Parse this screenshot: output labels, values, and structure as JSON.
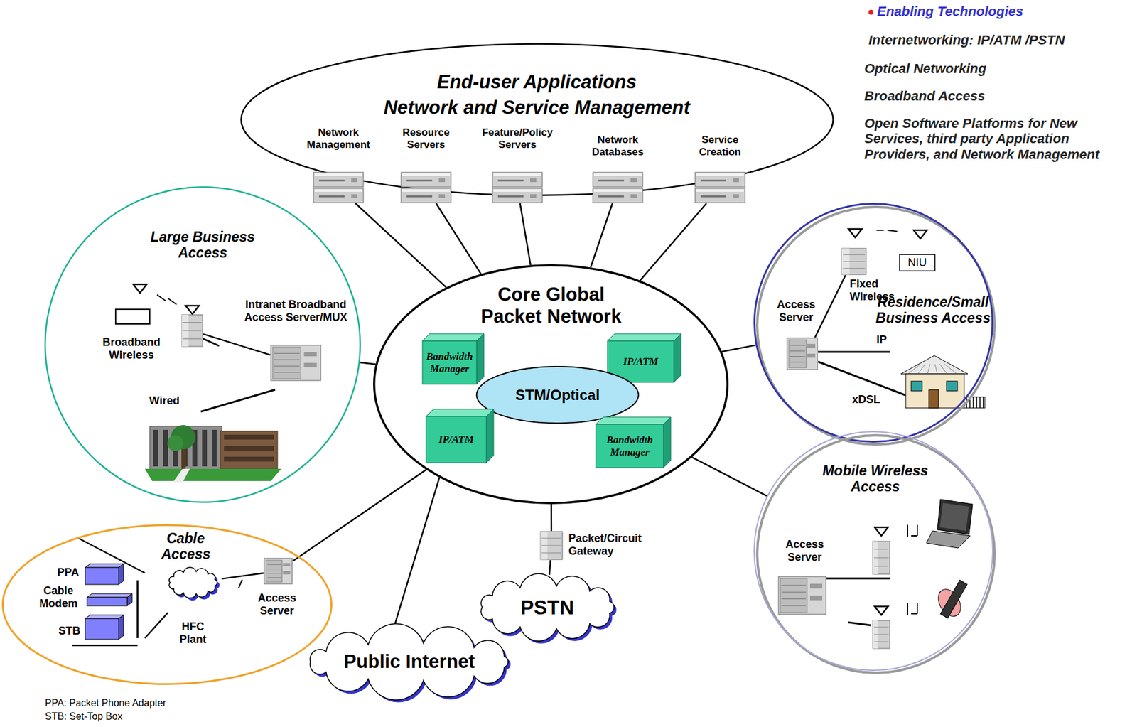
{
  "diagram": {
    "nodes": [
      {
        "text": [
          "End-user Applications",
          "Network and Service Management"
        ]
      },
      {
        "text": [
          "Network Management"
        ],
        "in": 0
      },
      {
        "text": [
          "Resource Servers"
        ],
        "in": 0
      },
      {
        "text": [
          "Feature/Policy Servers"
        ],
        "in": 0
      },
      {
        "text": [
          "Network Databases"
        ],
        "in": 0
      },
      {
        "text": [
          "Service Creation"
        ],
        "in": 0
      },
      {
        "text": [
          "Core Global Packet Network"
        ]
      },
      {
        "text": [
          "Bandwidth Manager"
        ],
        "in": 6
      },
      {
        "text": [
          "IP/ATM"
        ],
        "in": 6
      },
      {
        "text": [
          "STM/Optical"
        ],
        "in": 6
      },
      {
        "text": [
          "IP/ATM"
        ],
        "in": 6
      },
      {
        "text": [
          "Bandwidth Manager"
        ],
        "in": 6
      },
      {
        "text": [
          "Large Business Access"
        ]
      },
      {
        "text": [
          "Broadband Wireless"
        ],
        "in": 12
      },
      {
        "text": [
          "Intranet Broadband Access Server/MUX"
        ],
        "in": 12
      },
      {
        "text": [
          "Cable Access"
        ]
      },
      {
        "text": [
          "HFC Plant"
        ],
        "in": 15
      },
      {
        "text": [
          "Access Server"
        ],
        "in": 15
      },
      {
        "text": [
          "Public Internet"
        ]
      },
      {
        "text": [
          "Packet/Circuit Gateway"
        ]
      },
      {
        "text": [
          "PSTN"
        ]
      },
      {
        "text": [
          "Residence/Small Business Access"
        ]
      },
      {
        "text": [
          "Fixed Wireless"
        ],
        "in": 21
      },
      {
        "text": [
          "NIU"
        ],
        "in": 21
      },
      {
        "text": [
          "Access Server"
        ],
        "in": 21
      },
      {
        "text": [
          "Mobile Wireless Access"
        ]
      },
      {
        "text": [
          "Access Server"
        ],
        "in": 25
      }
    ],
    "edges": [
      {
        "from": 1,
        "to": 6,
        "arrow": "none"
      },
      {
        "from": 2,
        "to": 6,
        "arrow": "none"
      },
      {
        "from": 3,
        "to": 6,
        "arrow": "none"
      },
      {
        "from": 4,
        "to": 6,
        "arrow": "none"
      },
      {
        "from": 5,
        "to": 6,
        "arrow": "none"
      },
      {
        "from": 6,
        "to": 12,
        "arrow": "none"
      },
      {
        "from": 13,
        "to": 14,
        "arrow": "none"
      },
      {
        "from": 6,
        "to": 17,
        "arrow": "none"
      },
      {
        "from": 16,
        "to": 17,
        "arrow": "none"
      },
      {
        "from": 6,
        "to": 18,
        "arrow": "none"
      },
      {
        "from": 6,
        "to": 19,
        "arrow": "none"
      },
      {
        "from": 19,
        "to": 20,
        "arrow": "none"
      },
      {
        "from": 6,
        "to": 21,
        "arrow": "none"
      },
      {
        "from": 24,
        "to": 22,
        "arrow": "none"
      },
      {
        "from": 6,
        "to": 25,
        "arrow": "none"
      }
    ],
    "labels": [
      "Enabling Technologies",
      "Internetworking: IP/ATM /PSTN",
      "Optical Networking",
      "Broadband Access",
      "Open Software Platforms for New Services, third party Application Providers, and Network Management",
      "Wired",
      "IP",
      "xDSL",
      "PPA",
      "Cable Modem",
      "STB",
      "PPA: Packet Phone Adapter",
      "STB: Set-Top Box"
    ]
  }
}
